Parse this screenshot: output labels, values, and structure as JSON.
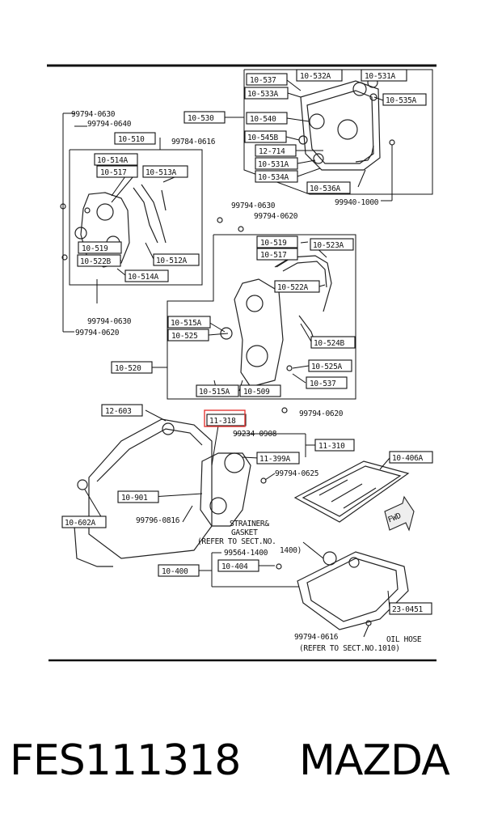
{
  "labels": {
    "l10537": "10-537",
    "l10532A": "10-532A",
    "l10531A": "10-531A",
    "l10533A": "10-533A",
    "l10535A": "10-535A",
    "l10530": "10-530",
    "l10540": "10-540",
    "l10545B": "10-545B",
    "l12714": "12-714",
    "l10531Ab": "10-531A",
    "l10534A": "10-534A",
    "l10536A": "10-536A",
    "l10510": "10-510",
    "l10514A": "10-514A",
    "l10517": "10-517",
    "l10513A": "10-513A",
    "l10519": "10-519",
    "l10522B": "10-522B",
    "l10512A": "10-512A",
    "l10514Ab": "10-514A",
    "l10519b": "10-519",
    "l10523A": "10-523A",
    "l10517b": "10-517",
    "l10522A": "10-522A",
    "l10515A": "10-515A",
    "l10525": "10-525",
    "l10524B": "10-524B",
    "l10520": "10-520",
    "l10525A": "10-525A",
    "l10537b": "10-537",
    "l10515Ab": "10-515A",
    "l10509": "10-509",
    "l12603": "12-603",
    "l11318": "11-318",
    "l11310": "11-310",
    "l11399A": "11-399A",
    "l10406A": "10-406A",
    "l10901": "10-901",
    "l10602A": "10-602A",
    "l10400": "10-400",
    "l10404": "10-404",
    "l230451": "23-0451"
  },
  "bolts": {
    "b1": "99794-0630",
    "b2": "99794-0640",
    "b3": "99784-0616",
    "b4": "99940-1000",
    "b5": "99794-0630",
    "b6": "99794-0620",
    "b7": "99794-0630",
    "b8": "99794-0620",
    "b9": "99794-0620",
    "b10": "99234-0908",
    "b11": "99794-0625",
    "b12": "99796-0816",
    "b13": "99564-1400",
    "b14": "99794-0616"
  },
  "notes": {
    "strainer1": "STRAINER&",
    "strainer2": "GASKET",
    "strainer3": "(REFER TO SECT.NO.",
    "strainer4": "1400)",
    "fwd": "FWD",
    "oilhose1": "OIL HOSE",
    "oilhose2": "(REFER TO SECT.NO.1010)"
  },
  "caption": {
    "part_number": "FES111318",
    "brand": "MAZDA"
  },
  "colors": {
    "highlight": "#e53935",
    "line": "#111111"
  }
}
